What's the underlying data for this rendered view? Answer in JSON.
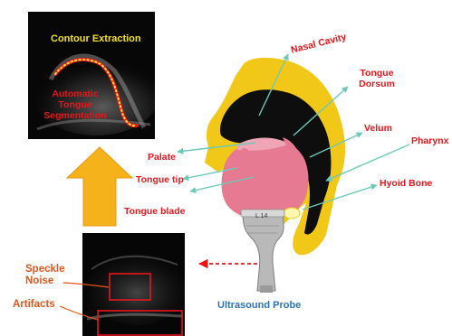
{
  "top_panel": {
    "title": "Contour Extraction",
    "segmentation_label": [
      "Automatic",
      "Tongue",
      "Segmentation"
    ]
  },
  "bottom_panel": {
    "speckle_label": [
      "Speckle",
      "Noise"
    ],
    "artifacts_label": "Artifacts"
  },
  "anatomy_labels": {
    "nasal_cavity": "Nasal Cavity",
    "tongue_dorsum": [
      "Tongue",
      "Dorsum"
    ],
    "velum": "Velum",
    "pharynx": "Pharynx",
    "hyoid_bone": "Hyoid Bone",
    "palate": "Palate",
    "tongue_tip": "Tongue tip",
    "tongue_blade": "Tongue blade"
  },
  "probe": {
    "model": "L 14",
    "label": "Ultrasound Probe"
  },
  "colors": {
    "red_label": "#e8161b",
    "yellow_title": "#f3e217",
    "orange_label": "#e2541a",
    "blue_label": "#2e73b8",
    "arrow_fill": "#f5b21b",
    "leader_line": "#6cc9b8",
    "bone_yellow": "#f2c818",
    "tongue_pink": "#e67a92",
    "airway_black": "#0e0e0e"
  }
}
